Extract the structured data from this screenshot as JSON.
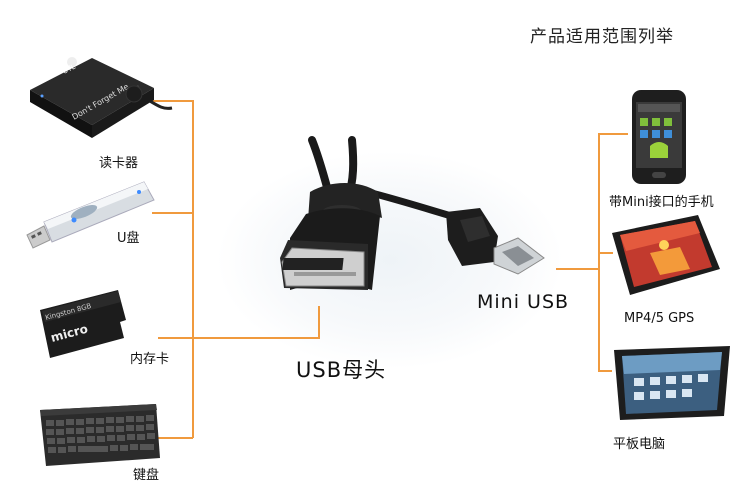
{
  "title": "产品适用范围列举",
  "left_devices": [
    {
      "label": "读卡器",
      "icon": "card-reader",
      "device_text": "Don't Forget Me"
    },
    {
      "label": "U盘",
      "icon": "usb-flash-drive"
    },
    {
      "label": "内存卡",
      "icon": "micro-sd-card",
      "card_text": "Kingston 8GB"
    },
    {
      "label": "键盘",
      "icon": "keyboard"
    }
  ],
  "right_devices": [
    {
      "label": "带Mini接口的手机",
      "icon": "mobile-phone"
    },
    {
      "label": "MP4/5 GPS",
      "icon": "mp4-gps-device"
    },
    {
      "label": "平板电脑",
      "icon": "tablet-computer"
    }
  ],
  "connectors": {
    "female": "USB母头",
    "mini": "Mini USB"
  },
  "colors": {
    "connector_line": "#f09a3e",
    "cable": "#1a1a1a"
  }
}
